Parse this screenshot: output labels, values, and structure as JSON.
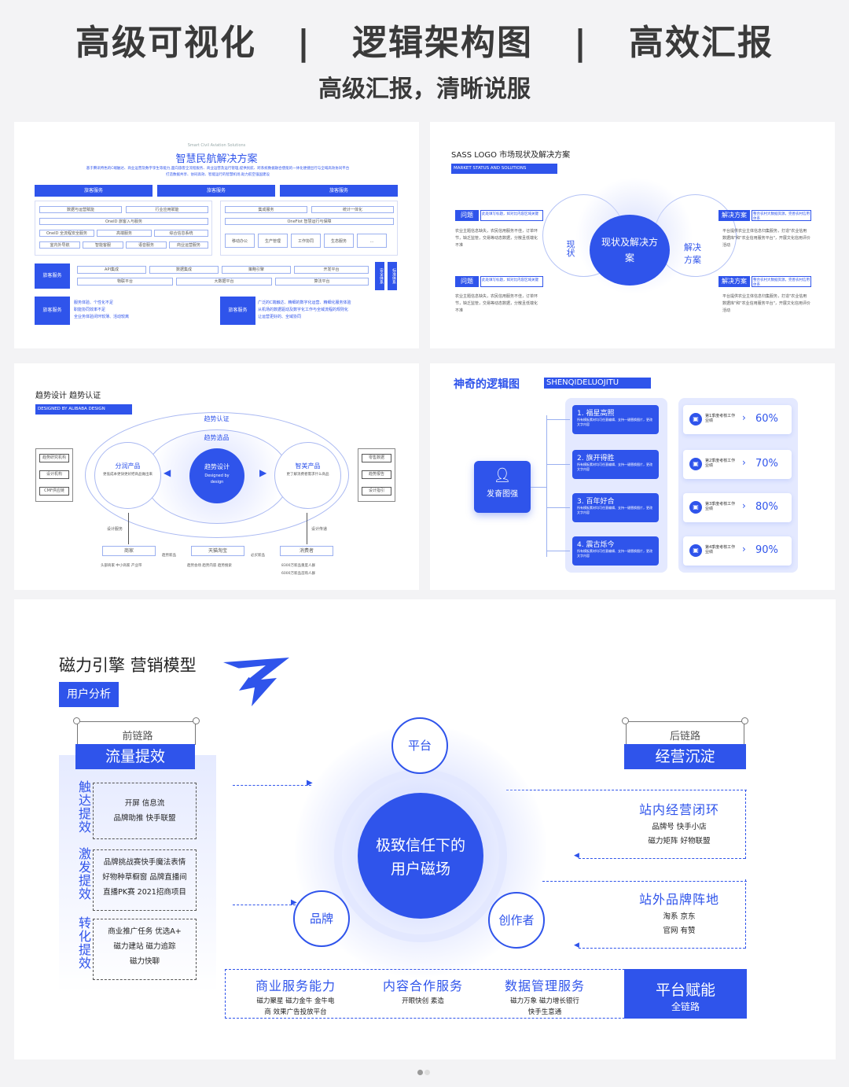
{
  "header": {
    "title_parts": [
      "高级可视化",
      "|",
      "逻辑架构图",
      "|",
      "高效汇报"
    ],
    "subtitle": "高级汇报，清晰说服"
  },
  "card1": {
    "en": "Smart Civil Aviation Solutions",
    "title": "智慧民航解决方案",
    "desc1": "基于腾讯特色的C端触达、商业运营及数字孪生等能力,面向旅客全流程服务、商业运营及运行管理,提供民航、跨系统数据融合使能的一体化便捷出行与全域高效协同平台",
    "desc2": "打造数据共享、协同高效、智能运行的智慧机场,助力航空强国建设",
    "cols": [
      "旅客服务",
      "旅客服务",
      "旅客服务"
    ],
    "rows_left": [
      [
        "数据与运营赋能",
        "行业应用赋能"
      ],
      [
        "OneID 旅客入与服务"
      ],
      [
        "OneID 全流程安全服务",
        "高端服务",
        "综合信息系统"
      ],
      [
        "室内外导航",
        "智能客服",
        "语音服务",
        "商业运营服务"
      ]
    ],
    "rows_right": [
      [
        "集成服务",
        "统计一体化"
      ],
      [
        "OneFlot 智慧运行与保障"
      ],
      [
        "移动办公",
        "生产管理",
        "工作协同",
        "生态服务",
        "…"
      ]
    ],
    "mid_label": "旅客服务",
    "mid_items": [
      "API集成",
      "数据集成",
      "策略引擎",
      "开发平台",
      "物联平台",
      "大数据平台",
      "算法平台"
    ],
    "side_labels": [
      "安全体系",
      "标准体系"
    ],
    "bottom_label_l": "旅客服务",
    "bottom_l": [
      "服务体验、个性化不足",
      "职能协同效率不足",
      "全业务体验闭环较薄、活动较离"
    ],
    "bottom_label_r": "旅客服务",
    "bottom_r": [
      "广泛的C端触达、精细的数字化运营、精细化服务体验",
      "从机场的数据驱动及数字化工作与全域流程的规则化",
      "让运营更好的、全域协同"
    ]
  },
  "card2": {
    "title": "SASS LOGO 市场现状及解决方案",
    "tag": "MARKET STATUS AND SOLUTIONS",
    "left_label": "问题",
    "left_note": "此处填写标题，如对比内容区域关键",
    "left_text": "农业主题信息缺失，农民信用服务不佳，订单环节，缺乏监管，交易等动态数据，分散且低端化不准",
    "right_label": "解决方案",
    "right_note": "整合农村大数据资源，完善农村信用体系",
    "right_text": "平台提供农业主体信息归集服务，打造\"农业信用数据库\"和\"农业信用服务平台\"，开展文化信用评价活动",
    "circle_l": "现状",
    "circle_c": "现状及解决方案",
    "circle_r": "解决方案"
  },
  "card3": {
    "title": "趋势设计 趋势认证",
    "tag": "DESIGNED BY ALIBABA DESIGN",
    "outer": "趋势认证",
    "inner": "趋势选品",
    "center": "趋势设计",
    "center_sub1": "Designed by",
    "center_sub2": "design",
    "left_circle": "分润产品",
    "left_sub": "更低成本更快更好把商品做出来",
    "right_circle": "智美产品",
    "right_sub": "更了解消费者需求什么商品",
    "left_boxes": [
      "趋势研究机构",
      "设计机构",
      "CMF供应链"
    ],
    "right_boxes": [
      "零售数据",
      "趋势报告",
      "设计指引"
    ],
    "left_link": "设计服务",
    "right_link": "设计传递",
    "bottom": [
      "商家",
      "天猫淘宝",
      "消费者"
    ],
    "arrow1": "趋势新品",
    "arrow2": "必买新品",
    "bottom_sub_l": "头部商家 中小商家 产业带",
    "bottom_sub_m": "趋势会场 趋势内容 趋势搜索",
    "bottom_sub_r1": "8300万新品重度人群",
    "bottom_sub_r2": "6000万新品首购人群"
  },
  "card4": {
    "title": "神奇的逻辑图",
    "tag": "SHENQIDELUOJITU",
    "hub": "发奋图强",
    "items": [
      {
        "n": "1. 福星高照",
        "p": "第1季度考核工作业绩",
        "v": "60%"
      },
      {
        "n": "2. 旗开得胜",
        "p": "第2季度考核工作业绩",
        "v": "70%"
      },
      {
        "n": "3. 百年好合",
        "p": "第3季度考核工作业绩",
        "v": "80%"
      },
      {
        "n": "4. 震古烁今",
        "p": "第4季度考核工作业绩",
        "v": "90%"
      }
    ],
    "item_desc": "所有模板素材均可任意编辑、支持一键替换图片，更改文字内容"
  },
  "card5": {
    "title": "磁力引擎 营销模型",
    "tab": "用户分析",
    "front_chain": "前链路",
    "front_title": "流量提效",
    "groups": [
      {
        "label": "触达提效",
        "lines": [
          "开屏 信息流",
          "品牌助推 快手联盟"
        ]
      },
      {
        "label": "激发提效",
        "lines": [
          "品牌挑战赛快手魔法表情",
          "好物种草橱窗 品牌直播间",
          "直播PK赛 2021招商项目"
        ]
      },
      {
        "label": "转化提效",
        "lines": [
          "商业推广任务 优选A+",
          "磁力建站 磁力追踪",
          "磁力快聊"
        ]
      }
    ],
    "back_chain": "后链路",
    "back_title": "经营沉淀",
    "right_groups": [
      {
        "label": "站内经营闭环",
        "lines": [
          "品牌号 快手小店",
          "磁力矩阵 好物联盟"
        ]
      },
      {
        "label": "站外品牌阵地",
        "lines": [
          "淘系 京东",
          "官网 有赞"
        ]
      }
    ],
    "center1": "极致信任下的",
    "center2": "用户磁场",
    "node_top": "平台",
    "node_left": "品牌",
    "node_right": "创作者",
    "bottom": [
      {
        "t": "商业服务能力",
        "s1": "磁力聚星 磁力金牛 金牛电",
        "s2": "商 效果广告投放平台"
      },
      {
        "t": "内容合作服务",
        "s1": "开眼快创 素造",
        "s2": ""
      },
      {
        "t": "数据管理服务",
        "s1": "磁力万象 磁力增长银行",
        "s2": "快手生意通"
      }
    ],
    "bottom_right_t": "平台赋能",
    "bottom_right_s": "全链路"
  },
  "colors": {
    "accent": "#2f54eb",
    "light": "#e6ebff",
    "bg": "#f3f3f5"
  },
  "pager": {
    "active": 1,
    "total": 2
  }
}
